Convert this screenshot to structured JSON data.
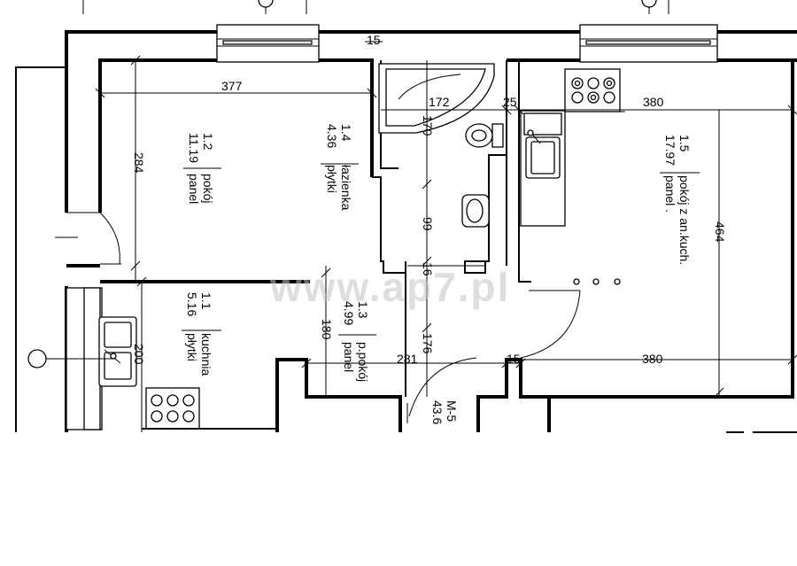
{
  "watermark": "www.ap7.pl",
  "rooms": [
    {
      "id": "1.2",
      "area": "11.19",
      "name": "pokój",
      "floor": "panel"
    },
    {
      "id": "1.4",
      "area": "4.36",
      "name": "łazienka",
      "floor": "płytki"
    },
    {
      "id": "1.5",
      "area": "17.97",
      "name": "pokój z an.kuch.",
      "floor": "panel ."
    },
    {
      "id": "1.1",
      "area": "5.16",
      "name": "kuchnia",
      "floor": "płytki"
    },
    {
      "id": "1.3",
      "area": "4.99",
      "name": "p.pokój",
      "floor": "panel"
    }
  ],
  "unit": {
    "label": "M-5",
    "area": "43.6"
  },
  "dimensions": {
    "d_15_top": "15",
    "d_377": "377",
    "d_172": "172",
    "d_25": "25",
    "d_380_top": "380",
    "d_284": "284",
    "d_170": "170",
    "d_99": "99",
    "d_16": "16",
    "d_464": "464",
    "d_200": "200",
    "d_180": "180",
    "d_176": "176",
    "d_281": "281",
    "d_15_mid": "15",
    "d_380_bottom": "380"
  }
}
